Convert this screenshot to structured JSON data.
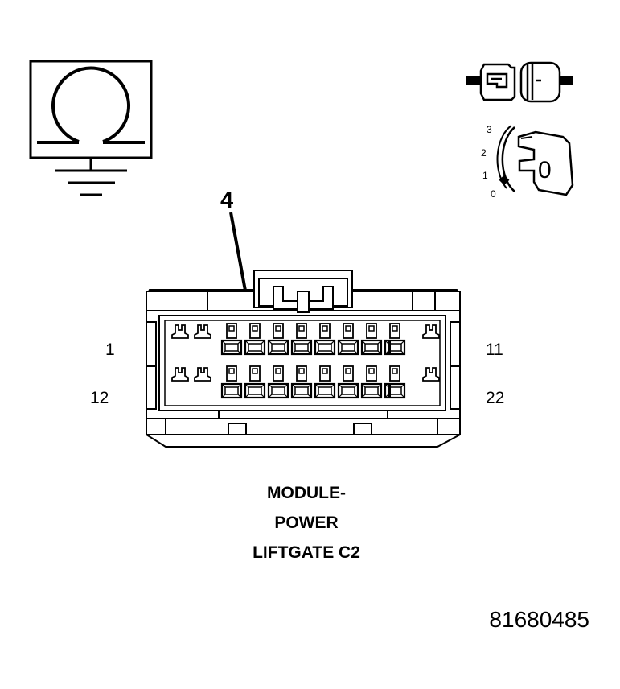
{
  "callout": {
    "label": "4"
  },
  "connector": {
    "pin_labels": {
      "top_left": "1",
      "top_right": "11",
      "bottom_left": "12",
      "bottom_right": "22"
    }
  },
  "caption": {
    "line1": "MODULE-",
    "line2": "POWER",
    "line3": "LIFTGATE C2"
  },
  "figure_id": "81680485",
  "ignition": {
    "positions": [
      "0",
      "1",
      "2",
      "3"
    ],
    "key_label": "0"
  },
  "icons": {
    "ohmmeter": "ohm-ground-icon",
    "connector": "disconnected-connector-icon",
    "ignition": "ignition-switch-icon"
  }
}
